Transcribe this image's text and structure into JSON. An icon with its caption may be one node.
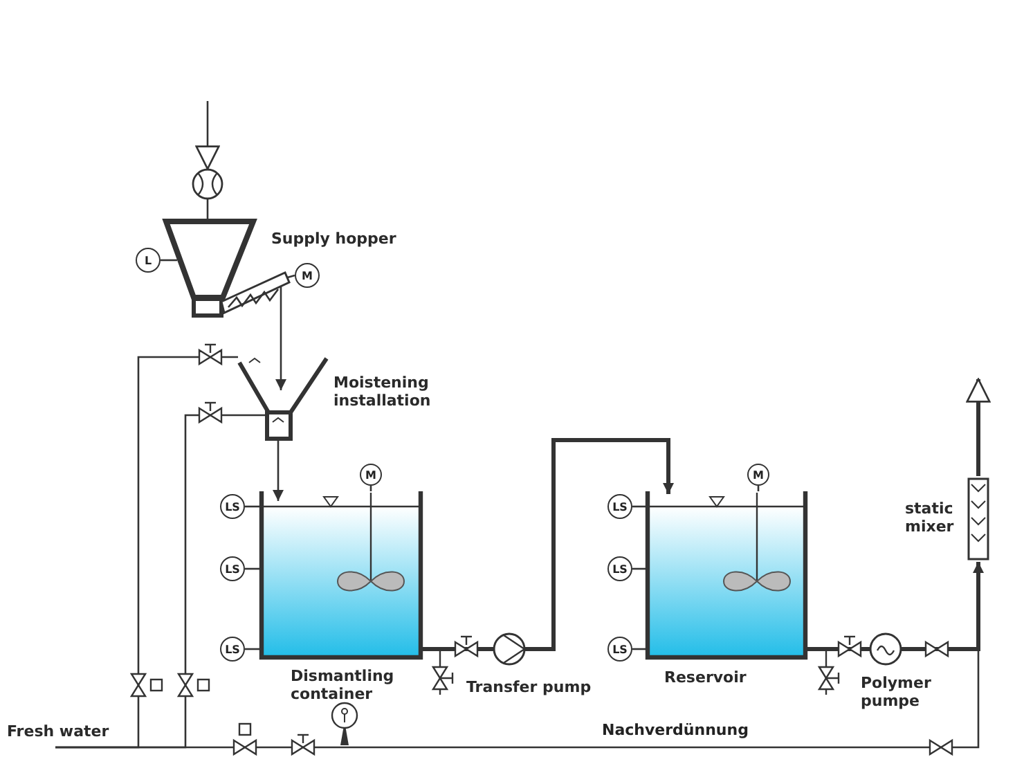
{
  "diagram": {
    "nodes": [
      {
        "text": [
          "Supply hopper"
        ]
      },
      {
        "text": [
          "L"
        ]
      },
      {
        "text": [
          "M"
        ]
      },
      {
        "text": [],
        "shape": "circle"
      },
      {
        "text": [
          "Moistening installation"
        ]
      },
      {
        "text": [
          "Dismantling container"
        ]
      },
      {
        "text": [
          "M"
        ]
      },
      {
        "text": [
          "LS"
        ]
      },
      {
        "text": [
          "LS"
        ]
      },
      {
        "text": [
          "LS"
        ]
      },
      {
        "text": [
          "Transfer pump"
        ]
      },
      {
        "text": [
          "Reservoir"
        ]
      },
      {
        "text": [
          "M"
        ]
      },
      {
        "text": [
          "LS"
        ]
      },
      {
        "text": [
          "LS"
        ]
      },
      {
        "text": [
          "LS"
        ]
      },
      {
        "text": [
          "Polymer pumpe"
        ]
      },
      {
        "text": [
          "static mixer"
        ]
      },
      {
        "text": [
          "Fresh water"
        ]
      }
    ],
    "edges": [
      {
        "from": null,
        "to": 3,
        "arrow": "to"
      },
      {
        "from": 3,
        "to": 0,
        "arrow": "none"
      },
      {
        "from": 1,
        "to": 0,
        "arrow": "none"
      },
      {
        "from": 2,
        "to": 0,
        "arrow": "none"
      },
      {
        "from": 0,
        "to": 4,
        "arrow": "to"
      },
      {
        "from": 18,
        "to": 4,
        "arrow": "none"
      },
      {
        "from": 18,
        "to": 4,
        "arrow": "none"
      },
      {
        "from": 4,
        "to": 5,
        "arrow": "to"
      },
      {
        "from": 6,
        "to": 5,
        "arrow": "none"
      },
      {
        "from": 7,
        "to": 5,
        "arrow": "none"
      },
      {
        "from": 8,
        "to": 5,
        "arrow": "none"
      },
      {
        "from": 9,
        "to": 5,
        "arrow": "none"
      },
      {
        "from": 5,
        "to": 10,
        "arrow": "none",
        "style": "thick"
      },
      {
        "from": 10,
        "to": 11,
        "arrow": "to",
        "style": "thick"
      },
      {
        "from": 12,
        "to": 11,
        "arrow": "none"
      },
      {
        "from": 13,
        "to": 11,
        "arrow": "none"
      },
      {
        "from": 14,
        "to": 11,
        "arrow": "none"
      },
      {
        "from": 15,
        "to": 11,
        "arrow": "none"
      },
      {
        "from": 11,
        "to": 16,
        "arrow": "none",
        "style": "thick"
      },
      {
        "from": 16,
        "to": 17,
        "arrow": "none",
        "style": "thick"
      },
      {
        "from": 18,
        "to": 17,
        "label": "Nachverdünnung",
        "arrow": "to"
      },
      {
        "from": 17,
        "to": null,
        "arrow": "to",
        "style": "thick"
      }
    ]
  }
}
